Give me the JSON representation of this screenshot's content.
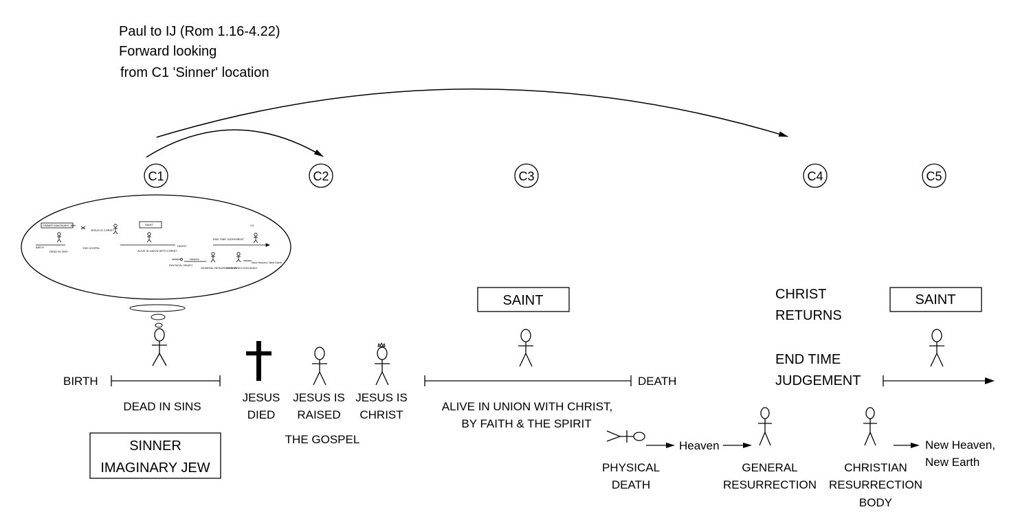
{
  "header": {
    "line1": "Paul to IJ (Rom 1.16-4.22)",
    "line2": "Forward looking",
    "line3": "from C1 'Sinner' location"
  },
  "circles": [
    "C1",
    "C2",
    "C3",
    "C4",
    "C5"
  ],
  "timeline_left": {
    "birth": "BIRTH",
    "dead_in_sins": "DEAD IN SINS",
    "sinner_line1": "SINNER",
    "sinner_line2": "IMAGINARY JEW"
  },
  "gospel": {
    "died_line1": "JESUS",
    "died_line2": "DIED",
    "raised_line1": "JESUS IS",
    "raised_line2": "RAISED",
    "christ_line1": "JESUS IS",
    "christ_line2": "CHRIST",
    "caption": "THE GOSPEL"
  },
  "saint_section": {
    "saint_label": "SAINT",
    "death": "DEATH",
    "alive_line1": "ALIVE IN UNION WITH CHRIST,",
    "alive_line2": "BY FAITH & THE SPIRIT"
  },
  "end_times": {
    "christ_returns_line1": "CHRIST",
    "christ_returns_line2": "RETURNS",
    "judgement_line1": "END TIME",
    "judgement_line2": "JUDGEMENT",
    "saint_label": "SAINT"
  },
  "afterlife": {
    "heaven": "Heaven",
    "physical_death_line1": "PHYSICAL",
    "physical_death_line2": "DEATH",
    "general_line1": "GENERAL",
    "general_line2": "RESURRECTION",
    "christian_line1": "CHRISTIAN",
    "christian_line2": "RESURRECTION",
    "christian_line3": "BODY",
    "new_heaven_line1": "New Heaven,",
    "new_heaven_line2": "New Earth"
  },
  "thought_bubble": {
    "mini_sinner": "SINNER IMAGINARY JEW",
    "mini_saint": "SAINT",
    "mini_birth": "BIRTH",
    "mini_death": "DEATH",
    "mini_dead": "DEAD IN SINS",
    "mini_gospel": "THE GOSPEL",
    "mini_alive": "ALIVE IN UNION WITH CHRIST",
    "mini_end": "END TIME JUDGEMENT",
    "mini_physical": "PHYSICAL DEATH",
    "mini_heaven": "Heaven",
    "mini_general": "GENERAL RESURRECTION",
    "mini_christian": "RESURRECTION BODY",
    "mini_newheaven": "New Heaven, New Earth",
    "mini_c": "JESUS IS CHRIST",
    "mini_c4": "C4"
  }
}
